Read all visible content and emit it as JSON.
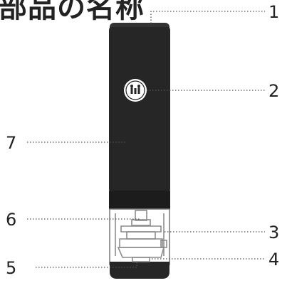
{
  "title": "部品の名称",
  "colors": {
    "body": "#262626",
    "body_dark": "#1c1c1c",
    "window": "#ffffff",
    "mechanism": "#8c8c8c",
    "leader": "#555555"
  },
  "callouts": [
    {
      "label": "1"
    },
    {
      "label": "2"
    },
    {
      "label": "3"
    },
    {
      "label": "4"
    },
    {
      "label": "5"
    },
    {
      "label": "6"
    },
    {
      "label": "7"
    }
  ]
}
